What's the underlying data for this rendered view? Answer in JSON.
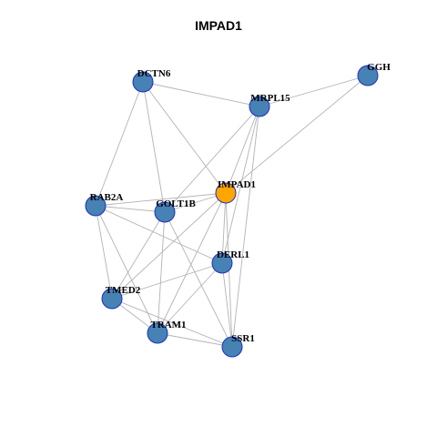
{
  "title": "IMPAD1",
  "colors": {
    "node": "#4682b4",
    "highlight": "#ffa500",
    "node_border": "#1f2fbf",
    "edge": "#b3b3b3"
  },
  "nodes": [
    {
      "id": "DCTN6",
      "label": "DCTN6"
    },
    {
      "id": "GGH",
      "label": "GGH"
    },
    {
      "id": "MRPL15",
      "label": "MRPL15"
    },
    {
      "id": "IMPAD1",
      "label": "IMPAD1",
      "highlight": true
    },
    {
      "id": "RAB2A",
      "label": "RAB2A"
    },
    {
      "id": "GOLT1B",
      "label": "GOLT1B"
    },
    {
      "id": "DERL1",
      "label": "DERL1"
    },
    {
      "id": "TMED2",
      "label": "TMED2"
    },
    {
      "id": "TRAM1",
      "label": "TRAM1"
    },
    {
      "id": "SSR1",
      "label": "SSR1"
    }
  ],
  "edges": [
    [
      "DCTN6",
      "MRPL15"
    ],
    [
      "DCTN6",
      "RAB2A"
    ],
    [
      "DCTN6",
      "GOLT1B"
    ],
    [
      "DCTN6",
      "IMPAD1"
    ],
    [
      "GGH",
      "MRPL15"
    ],
    [
      "GGH",
      "IMPAD1"
    ],
    [
      "MRPL15",
      "IMPAD1"
    ],
    [
      "MRPL15",
      "GOLT1B"
    ],
    [
      "MRPL15",
      "DERL1"
    ],
    [
      "MRPL15",
      "SSR1"
    ],
    [
      "IMPAD1",
      "RAB2A"
    ],
    [
      "IMPAD1",
      "GOLT1B"
    ],
    [
      "IMPAD1",
      "DERL1"
    ],
    [
      "IMPAD1",
      "TMED2"
    ],
    [
      "IMPAD1",
      "TRAM1"
    ],
    [
      "IMPAD1",
      "SSR1"
    ],
    [
      "RAB2A",
      "GOLT1B"
    ],
    [
      "RAB2A",
      "DERL1"
    ],
    [
      "RAB2A",
      "TMED2"
    ],
    [
      "RAB2A",
      "TRAM1"
    ],
    [
      "GOLT1B",
      "TMED2"
    ],
    [
      "GOLT1B",
      "TRAM1"
    ],
    [
      "GOLT1B",
      "SSR1"
    ],
    [
      "DERL1",
      "TMED2"
    ],
    [
      "DERL1",
      "TRAM1"
    ],
    [
      "DERL1",
      "SSR1"
    ],
    [
      "TMED2",
      "TRAM1"
    ],
    [
      "TMED2",
      "SSR1"
    ],
    [
      "TRAM1",
      "SSR1"
    ]
  ]
}
